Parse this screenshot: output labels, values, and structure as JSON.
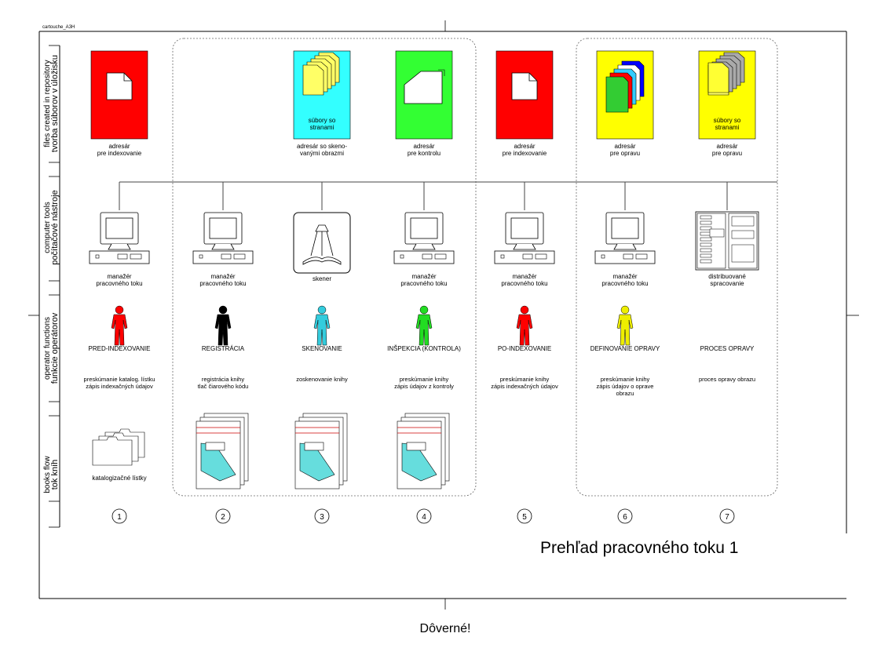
{
  "corner_label": "cartouche_A3H",
  "row_labels": {
    "files": "tvorba súborov v úložisku",
    "files_overlap": "files created in repository",
    "tools": "počítačové nástroje",
    "tools_overlap": "computer tools",
    "operators": "funkcie operátorov",
    "operators_overlap": "operator functions",
    "books": "tok kníh",
    "books_overlap": "books flow"
  },
  "columns": [
    {
      "number": "1",
      "folder": {
        "color": "#ff0000",
        "type": "single",
        "inside_label": [],
        "caption": [
          "adresár",
          "pre indexovanie"
        ]
      },
      "tool": {
        "type": "computer",
        "caption": [
          "manažér",
          "pracovného toku"
        ]
      },
      "operator": {
        "color": "#ff0000",
        "label": "PRED-INDEXOVANIE",
        "task": [
          "preskúmanie katalog. lístku",
          "zápis indexačných údajov"
        ]
      },
      "book": {
        "type": "cards",
        "caption": "katalogizačné lístky"
      }
    },
    {
      "number": "2",
      "folder": null,
      "tool": {
        "type": "computer",
        "caption": [
          "manažér",
          "pracovného toku"
        ]
      },
      "operator": {
        "color": "#000000",
        "label": "REGISTRÁCIA",
        "task": [
          "registrácia knihy",
          "tlač čiarového kódu"
        ]
      },
      "book": {
        "type": "books",
        "caption": ""
      }
    },
    {
      "number": "3",
      "folder": {
        "color": "#33ffff",
        "type": "stack",
        "inside_label": [
          "súbory so",
          "stranami"
        ],
        "caption": [
          "adresár so skeno-",
          "vanými obrazmi"
        ]
      },
      "tool": {
        "type": "scanner",
        "caption": [
          "skener"
        ]
      },
      "operator": {
        "color": "#33ccdd",
        "label": "SKENOVANIE",
        "task": [
          "zoskenovanie knihy"
        ]
      },
      "book": {
        "type": "books",
        "caption": ""
      }
    },
    {
      "number": "4",
      "folder": {
        "color": "#33ff33",
        "type": "cut",
        "inside_label": [],
        "caption": [
          "adresár",
          "pre kontrolu"
        ]
      },
      "tool": {
        "type": "computer",
        "caption": [
          "manažér",
          "pracovného toku"
        ]
      },
      "operator": {
        "color": "#22dd22",
        "label": "INŠPEKCIA (KONTROLA)",
        "task": [
          "preskúmanie knihy",
          "zápis údajov z kontroly"
        ]
      },
      "book": {
        "type": "books",
        "caption": ""
      }
    },
    {
      "number": "5",
      "folder": {
        "color": "#ff0000",
        "type": "single",
        "inside_label": [],
        "caption": [
          "adresár",
          "pre indexovanie"
        ]
      },
      "tool": {
        "type": "computer",
        "caption": [
          "manažér",
          "pracovného toku"
        ]
      },
      "operator": {
        "color": "#ff0000",
        "label": "PO-INDEXOVANIE",
        "task": [
          "preskúmanie knihy",
          "zápis indexačných údajov"
        ]
      },
      "book": null
    },
    {
      "number": "6",
      "folder": {
        "color": "#ffff00",
        "type": "multicolor",
        "inside_label": [],
        "caption": [
          "adresár",
          "pre opravu"
        ]
      },
      "tool": {
        "type": "computer",
        "caption": [
          "manažér",
          "pracovného toku"
        ]
      },
      "operator": {
        "color": "#eeee00",
        "label": "DEFINOVANIE OPRAVY",
        "task": [
          "preskúmanie knihy",
          "zápis údajov o oprave",
          "obrazu"
        ]
      },
      "book": null
    },
    {
      "number": "7",
      "folder": {
        "color": "#ffff00",
        "type": "stack-gray",
        "inside_label": [
          "súbory so",
          "stranami"
        ],
        "caption": [
          "adresár",
          "pre opravu"
        ]
      },
      "tool": {
        "type": "server",
        "caption": [
          "distribuované",
          "spracovanie"
        ]
      },
      "operator": {
        "color": null,
        "label": "PROCES OPRAVY",
        "task": [
          "proces opravy obrazu"
        ]
      },
      "book": null
    }
  ],
  "diagram_title": "Prehľad pracovného toku 1",
  "footer": "Dôverné!"
}
